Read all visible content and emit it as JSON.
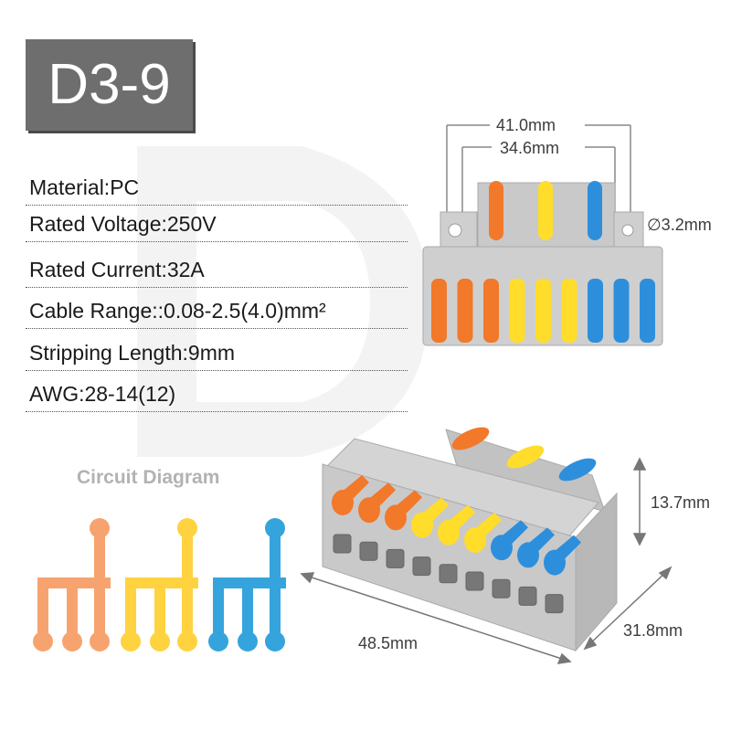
{
  "model": "D3-9",
  "specs": [
    "Material:PC",
    "Rated Voltage:250V",
    "Rated Current:32A",
    "Cable Range::0.08-2.5(4.0)mm²",
    "Stripping Length:9mm",
    "AWG:28-14(12)"
  ],
  "circuit_diagram": {
    "title": "Circuit Diagram",
    "colors": [
      "#f7a36f",
      "#ffd23f",
      "#35a4dc"
    ]
  },
  "dimensions": {
    "top_outer_width": "41.0mm",
    "top_inner_width": "34.6mm",
    "hole_diameter": "∅3.2mm",
    "height": "13.7mm",
    "length": "48.5mm",
    "depth": "31.8mm"
  },
  "lever_colors": [
    "#f2782a",
    "#ffdd2a",
    "#2d8fdc"
  ]
}
